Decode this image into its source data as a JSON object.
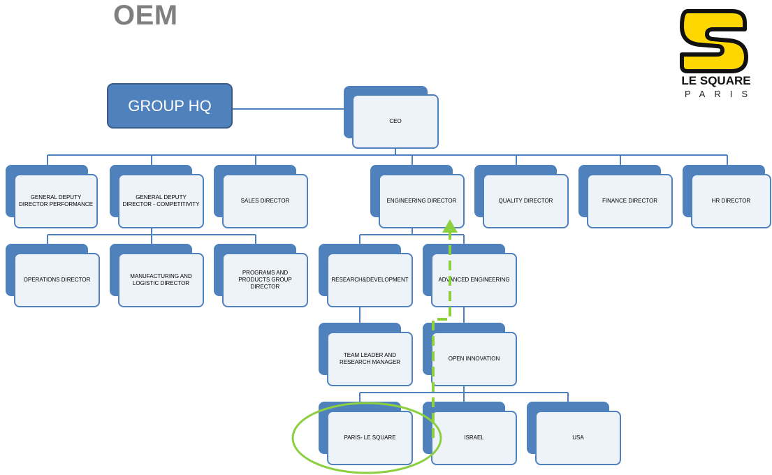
{
  "title": "OEM",
  "hq_label": "GROUP HQ",
  "logo": {
    "line1": "LE SQUARE",
    "line2": "PARIS",
    "accent_color": "#ffd700"
  },
  "colors": {
    "box_shadow": "#4f81bd",
    "box_fill": "#eef3fa",
    "hq_fill": "#4f81bd",
    "arrow": "#8ccf3f",
    "highlight": "#8ccf3f"
  },
  "nodes": {
    "ceo": "CEO",
    "gd_perf": "GENERAL DEPUTY DIRECTOR PERFORMANCE",
    "gd_comp": "GENERAL DEPUTY DIRECTOR - COMPETITIVITY",
    "sales": "SALES DIRECTOR",
    "eng": "ENGINEERING DIRECTOR",
    "quality": "QUALITY DIRECTOR",
    "finance": "FINANCE DIRECTOR",
    "hr": "HR DIRECTOR",
    "ops": "OPERATIONS DIRECTOR",
    "manuf": "MANUFACTURING AND LOGISTIC DIRECTOR",
    "programs": "PROGRAMS AND PRODUCTS GROUP DIRECTOR",
    "rd": "RESEARCH&DEVELOPMENT",
    "adv": "ADVANCED ENGINEERING",
    "team": "TEAM LEADER AND RESEARCH MANAGER",
    "open": "OPEN INNOVATION",
    "paris": "PARIS- LE SQUARE",
    "israel": "ISRAEL",
    "usa": "USA"
  }
}
